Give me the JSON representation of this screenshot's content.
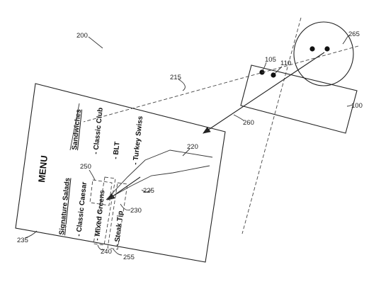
{
  "menu": {
    "title": "MENU",
    "sections": [
      {
        "heading": "Sandwiches",
        "items": [
          "- Classic Club",
          "- BLT",
          "- Turkey Swiss"
        ]
      },
      {
        "heading": "Signature Salads",
        "items": [
          "- Classic Caesar",
          "- Mixed Greens",
          "- Steak Tip"
        ]
      }
    ]
  },
  "labels": {
    "fig": "200",
    "device": "100",
    "camera": "105",
    "sensor": "110",
    "line_of_sight": "215",
    "hand": "220",
    "finger": "225",
    "point": "230",
    "menu_ref": "235",
    "region_a": "240",
    "region_b": "250",
    "region_c": "255",
    "gaze": "260",
    "head": "265"
  }
}
